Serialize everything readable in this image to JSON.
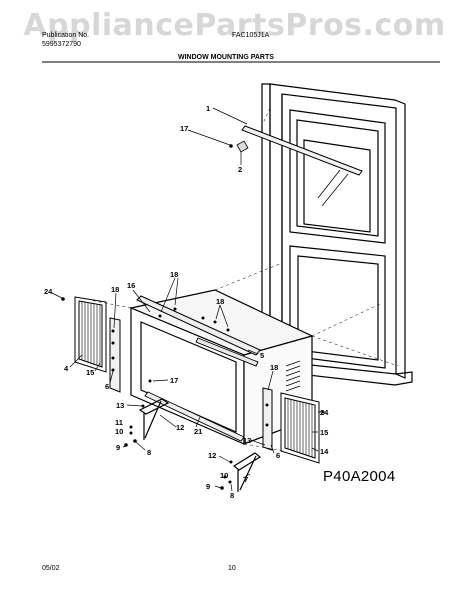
{
  "header": {
    "pub_label": "Publication No.",
    "pub_number": "5995372790",
    "model": "FAC105J1A",
    "section_title": "WINDOW MOUNTING PARTS"
  },
  "watermark": "AppliancePartsPros.com",
  "diagram_code": "P40A2004",
  "footer": {
    "date": "05/02",
    "page": "10"
  },
  "callouts": [
    "1",
    "17",
    "2",
    "24",
    "18",
    "16",
    "18",
    "18",
    "4",
    "15",
    "6",
    "5",
    "17",
    "13",
    "11",
    "10",
    "12",
    "21",
    "9",
    "8",
    "18",
    "24",
    "15",
    "14",
    "6",
    "13",
    "12",
    "10",
    "7",
    "9",
    "8"
  ]
}
